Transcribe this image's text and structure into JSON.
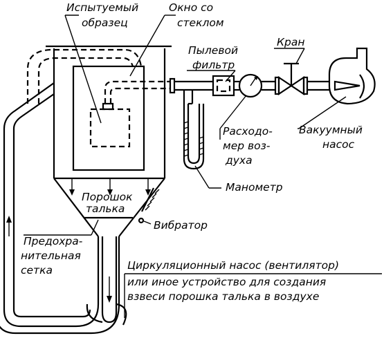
{
  "labels": {
    "test_sample": [
      "Испытуемый",
      "образец"
    ],
    "window": [
      "Окно со",
      "стеклом"
    ],
    "dust_filter": [
      "Пылевой",
      "фильтр"
    ],
    "valve": "Кран",
    "flowmeter": [
      "Расходо-",
      "мер воз-",
      "духа"
    ],
    "vacuum_pump": [
      "Вакуумный",
      "насос"
    ],
    "manometer": "Манометр",
    "talc_powder": [
      "Порошок",
      "талька"
    ],
    "vibrator": "Вибратор",
    "safety_mesh": [
      "Предохра-",
      "нительная",
      "сетка"
    ],
    "circulation_pump": [
      "Циркуляционный насос (вентилятор)",
      "или иное устройство для создания",
      "взвеси порошка талька в воздухе"
    ]
  }
}
